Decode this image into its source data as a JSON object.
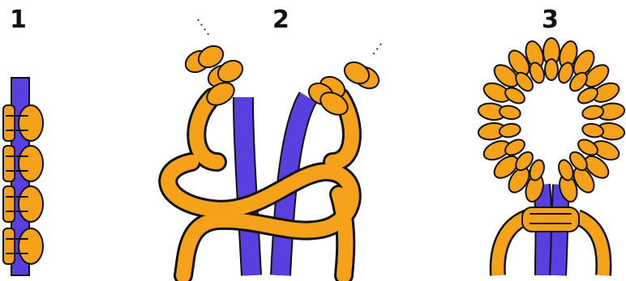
{
  "steps": [
    {
      "label": "1"
    },
    {
      "label": "2"
    },
    {
      "label": "3"
    }
  ],
  "colors": {
    "cord_blue": "#5a3fe0",
    "cord_orange": "#f5a21a",
    "outline": "#111111",
    "background": "#ffffff"
  }
}
